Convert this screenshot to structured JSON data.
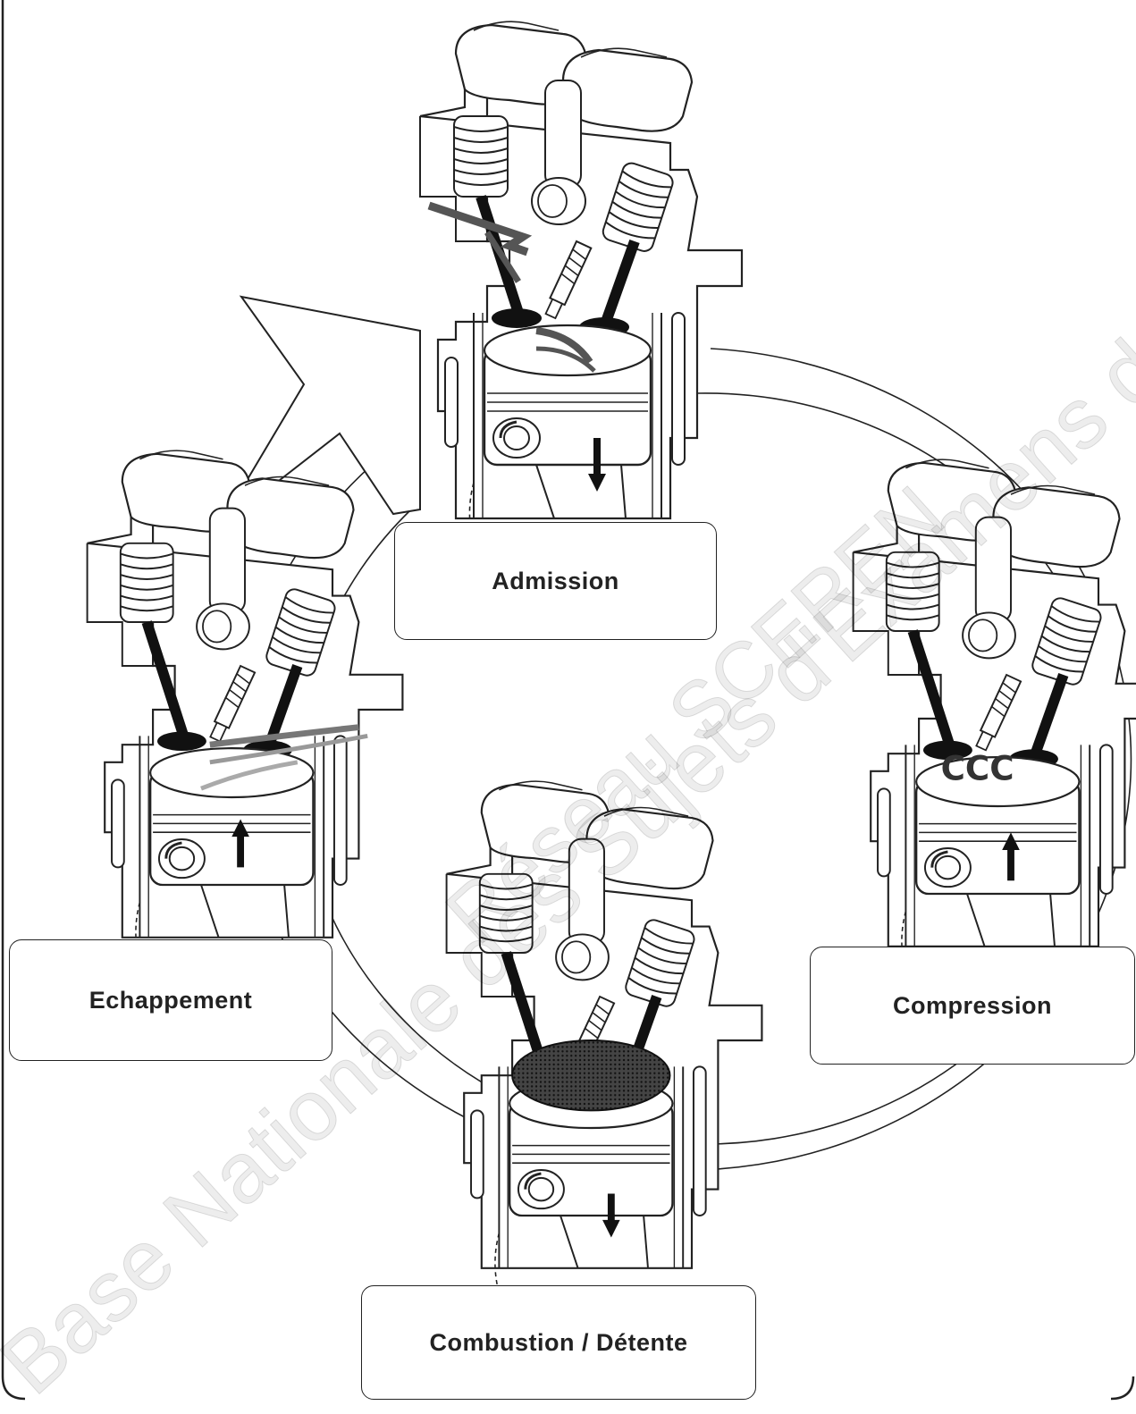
{
  "labels": {
    "admission": "Admission",
    "echappement": "Echappement",
    "compression": "Compression",
    "combustion": "Combustion / Détente"
  },
  "watermark": {
    "line1": "Base Nationale des Sujets d'Examens de l'enseignement professionnel",
    "line2": "Réseau SCEREN"
  },
  "colors": {
    "line": "#222222",
    "fill": "#ffffff",
    "solid": "#111111"
  }
}
